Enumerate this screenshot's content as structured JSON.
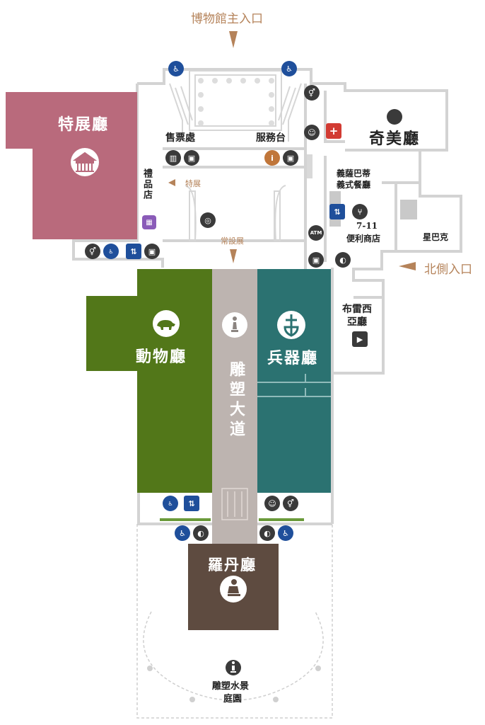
{
  "entrances": {
    "main": "博物館主入口",
    "north": "北側入口"
  },
  "halls": {
    "special": "特展廳",
    "chimei": "奇美廳",
    "animal": "動物廳",
    "weapon": "兵器廳",
    "sculpture_avenue": "雕塑大道",
    "rodin": "羅丹廳",
    "brazil": "布雷西亞廳"
  },
  "facilities": {
    "ticket": "售票處",
    "service": "服務台",
    "gift_shop": "禮品店",
    "italian_line1": "義薩巴蒂",
    "italian_line2": "義式餐廳",
    "seven_eleven_line1": "7-11",
    "seven_eleven_line2": "便利商店",
    "starbucks": "星巴克",
    "garden_line1": "雕塑水景",
    "garden_line2": "庭園"
  },
  "routes": {
    "special_exhibition": "特展",
    "permanent_exhibition": "常設展"
  },
  "icon_text": {
    "atm": "ATM",
    "info": "i",
    "first_aid": "+"
  },
  "colors": {
    "special": "#b96a7c",
    "animal": "#527719",
    "weapon": "#2b7271",
    "avenue": "#bdb4b0",
    "rodin": "#5e4b40",
    "walls": "#cfcfcf",
    "accent": "#b5835a",
    "green_strip": "#6a9a3a"
  }
}
